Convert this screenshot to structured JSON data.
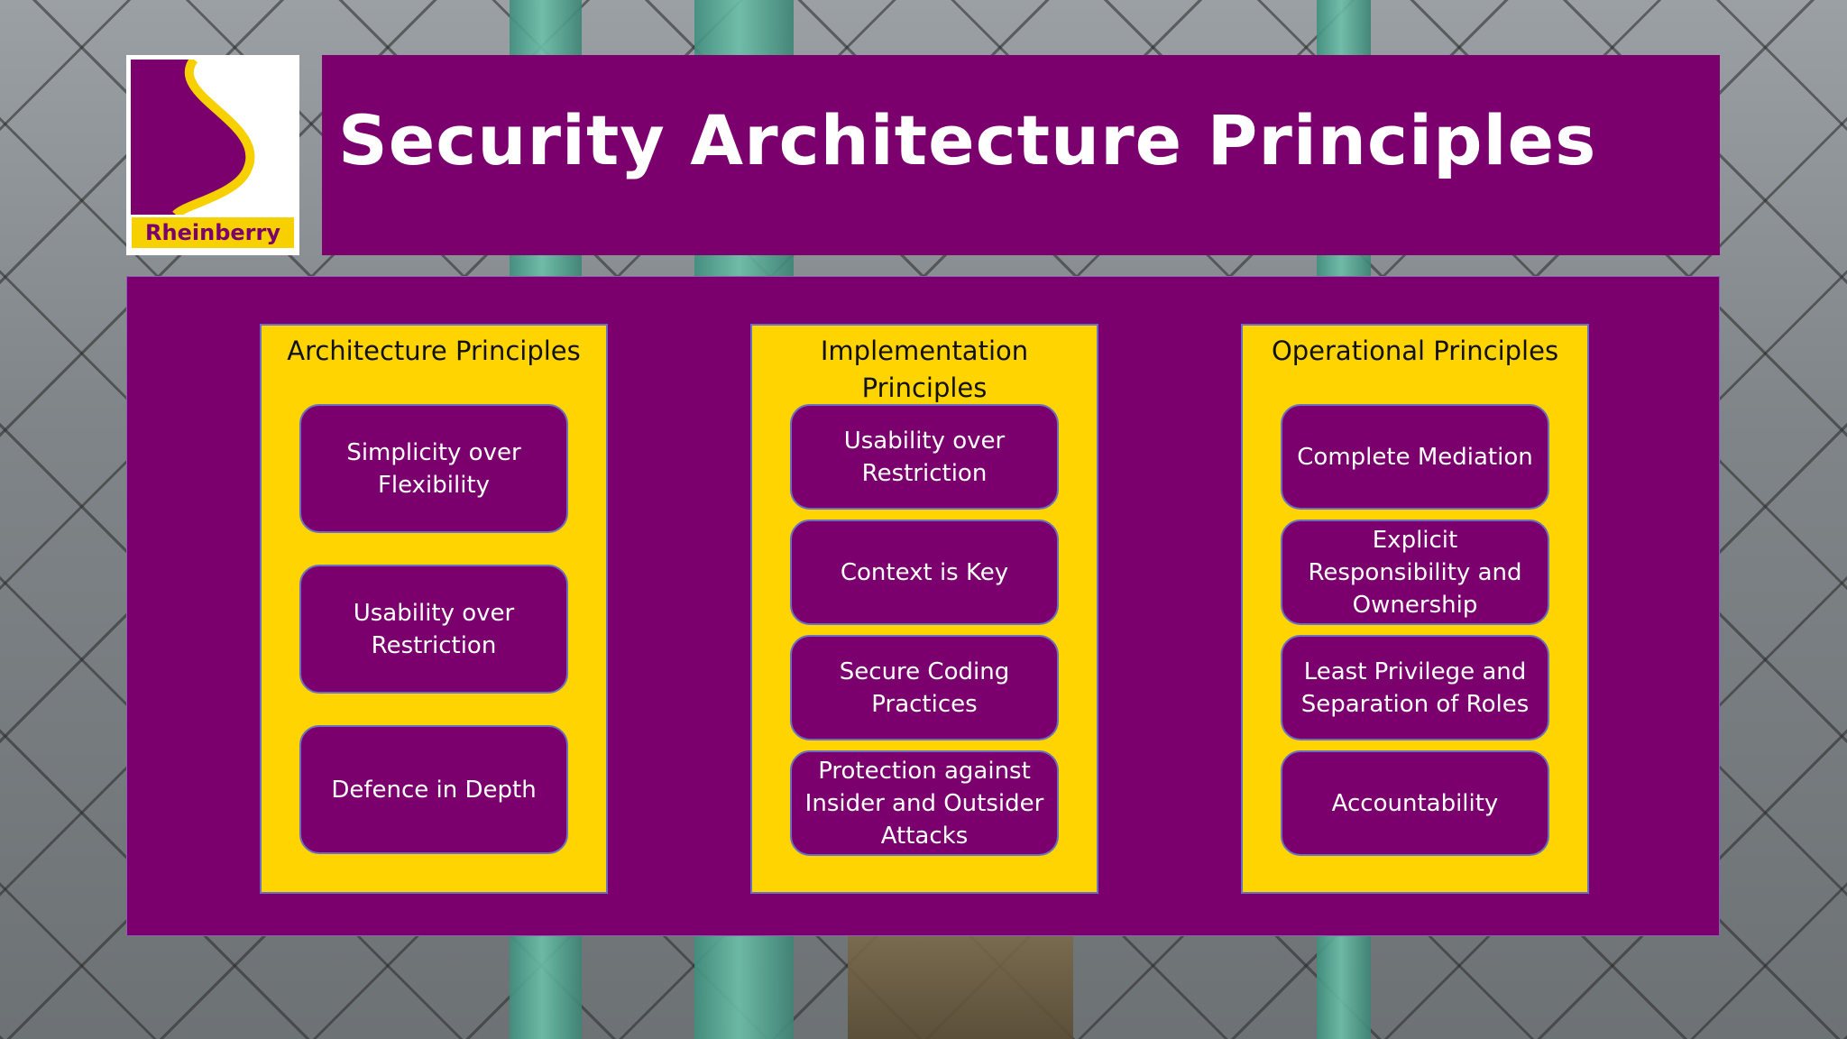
{
  "logo": {
    "text": "Rheinberry"
  },
  "title": "Security Architecture Principles",
  "columns": [
    {
      "title": "Architecture Principles",
      "items": [
        "Simplicity over Flexibility",
        "Usability over Restriction",
        "Defence in Depth"
      ]
    },
    {
      "title": "Implementation Principles",
      "items": [
        "Usability over Restriction",
        "Context is Key",
        "Secure Coding Practices",
        "Protection against Insider and Outsider Attacks"
      ]
    },
    {
      "title": "Operational Principles",
      "items": [
        "Complete Mediation",
        "Explicit Responsibility and Ownership",
        "Least Privilege and Separation of Roles",
        "Accountability"
      ]
    }
  ],
  "colors": {
    "purple": "#7b006e",
    "yellow": "#ffd400",
    "border": "#6b6fc0"
  }
}
